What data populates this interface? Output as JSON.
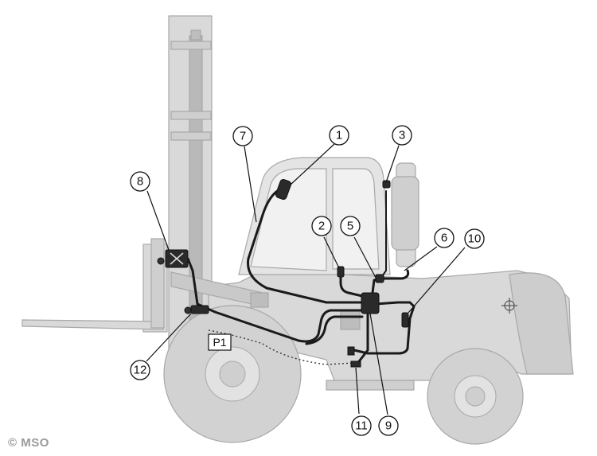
{
  "diagram": {
    "callouts": [
      "1",
      "2",
      "3",
      "5",
      "6",
      "7",
      "8",
      "9",
      "10",
      "11",
      "12"
    ],
    "reference_label": "P1",
    "copyright": "© MSO"
  },
  "colors": {
    "machine_fill": "#d9d9d9",
    "machine_shade": "#c4c4c4",
    "machine_outline": "#a8a8a8",
    "harness": "#1a1a1a",
    "component": "#2a2a2a",
    "callout_line": "#111111"
  }
}
